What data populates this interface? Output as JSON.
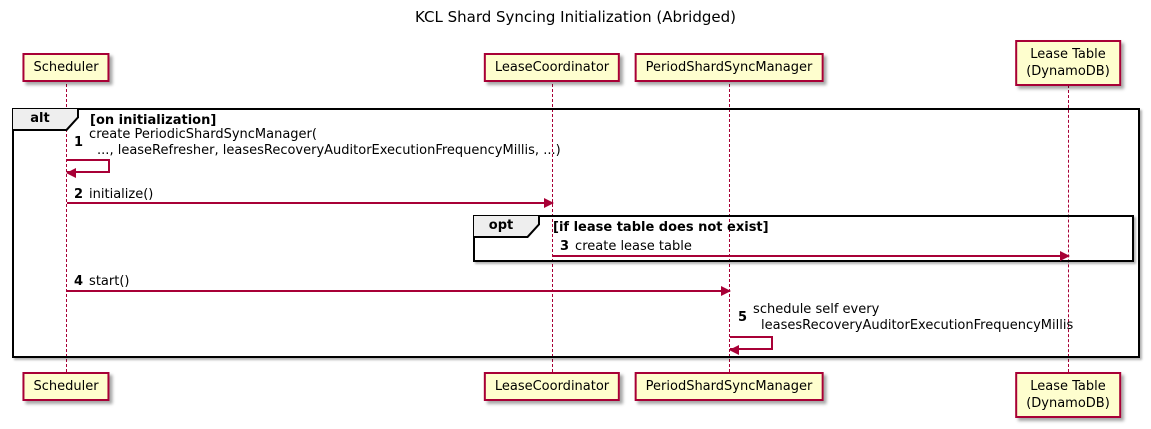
{
  "title": "KCL Shard Syncing Initialization (Abridged)",
  "colors": {
    "participant_fill": "#FEFECE",
    "participant_border": "#A80036",
    "arrow": "#A80036",
    "lifeline": "#A80036",
    "frame_border": "#000000",
    "frame_label_fill": "#EEEEEE",
    "background": "#FFFFFF",
    "text": "#000000"
  },
  "participants": [
    {
      "label": "Scheduler"
    },
    {
      "label": "LeaseCoordinator"
    },
    {
      "label": "PeriodShardSyncManager"
    },
    {
      "line1": "Lease Table",
      "line2": "(DynamoDB)"
    }
  ],
  "frames": {
    "alt": {
      "operator": "alt",
      "guard": "[on initialization]"
    },
    "opt": {
      "operator": "opt",
      "guard": "[if lease table does not exist]"
    }
  },
  "messages": [
    {
      "num": "1",
      "line1": "create PeriodicShardSyncManager(",
      "line2": "..., leaseRefresher, leasesRecoveryAuditorExecutionFrequencyMillis, ...)"
    },
    {
      "num": "2",
      "text": "initialize()"
    },
    {
      "num": "3",
      "text": "create lease table"
    },
    {
      "num": "4",
      "text": "start()"
    },
    {
      "num": "5",
      "line1": "schedule self every",
      "line2": "leasesRecoveryAuditorExecutionFrequencyMillis"
    }
  ]
}
